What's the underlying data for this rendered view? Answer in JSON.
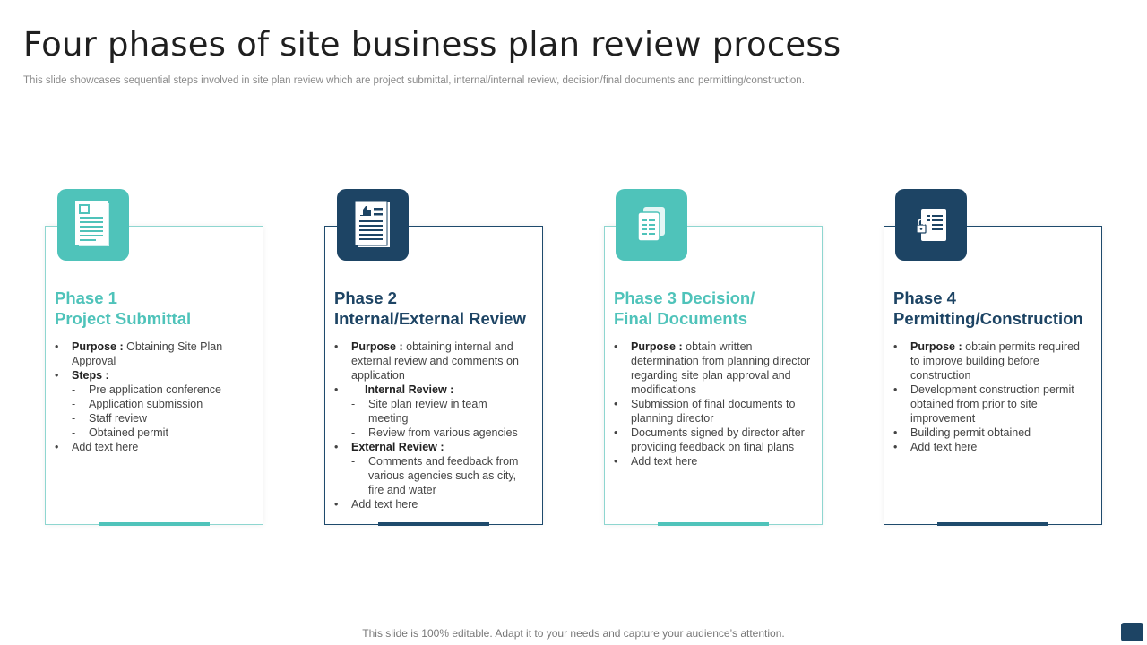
{
  "slide": {
    "title": "Four phases of site business plan review process",
    "subtitle": "This slide showcases sequential steps involved in site plan review which are project submittal, internal/internal review, decision/final documents and permitting/construction.",
    "footer": "This slide is 100% editable. Adapt it to your needs and capture your audience’s attention."
  },
  "colors": {
    "teal": "#4fc3ba",
    "navy": "#1d4464"
  },
  "phases": [
    {
      "heading_1": "Phase 1",
      "heading_2": "Project Submittal",
      "icon": "document-icon",
      "purpose_label": "Purpose :",
      "purpose_text": " Obtaining Site Plan Approval",
      "steps_label": "Steps :",
      "step_1": "Pre application conference",
      "step_2": "Application submission",
      "step_3": "Staff review",
      "step_4": "Obtained permit",
      "add_text": "Add text here"
    },
    {
      "heading_1": "Phase 2",
      "heading_2": "Internal/External Review",
      "icon": "thumbs-up-document-icon",
      "purpose_label": "Purpose :",
      "purpose_text": " obtaining internal and external review and comments on application",
      "internal_label": "Internal Review :",
      "internal_1": "Site plan review in team meeting",
      "internal_2": "Review from various agencies",
      "external_label": "External Review :",
      "external_1": "Comments and feedback from various agencies such as city, fire and water",
      "add_text": "Add text here"
    },
    {
      "heading_1": "Phase 3 Decision/",
      "heading_2": "Final Documents",
      "icon": "copy-documents-icon",
      "purpose_label": "Purpose :",
      "purpose_text": " obtain written determination from planning director regarding site plan approval and modifications",
      "item_1": "Submission of final documents to planning director",
      "item_2": "Documents signed by director after providing feedback on final plans",
      "add_text": "Add text here"
    },
    {
      "heading_1": "Phase 4",
      "heading_2": "Permitting/Construction",
      "icon": "locked-document-icon",
      "purpose_label": "Purpose :",
      "purpose_text": " obtain permits required to improve building before construction",
      "item_1": "Development construction permit obtained from prior to site improvement",
      "item_2": "Building permit obtained",
      "add_text": "Add text here"
    }
  ]
}
